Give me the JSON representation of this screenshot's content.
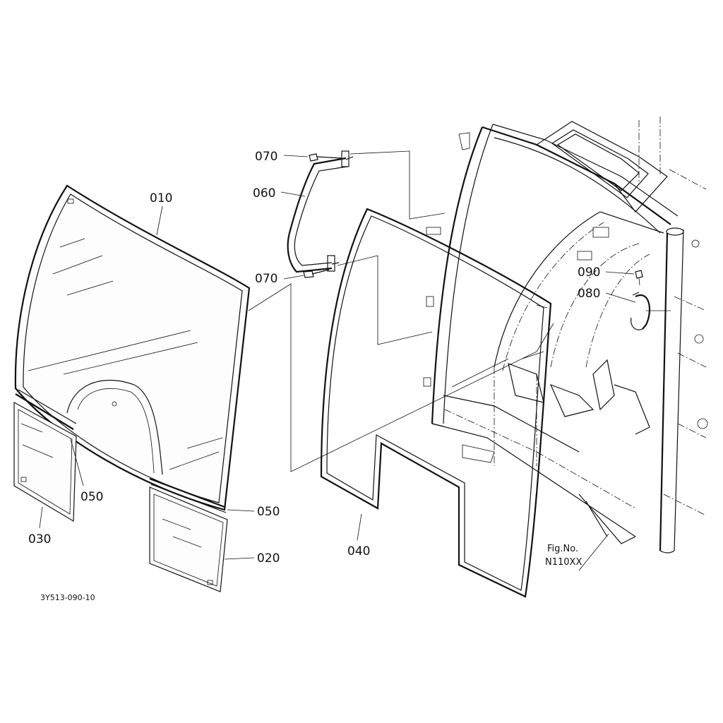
{
  "callouts": {
    "c010": "010",
    "c020": "020",
    "c030": "030",
    "c040": "040",
    "c050_left": "050",
    "c050_right": "050",
    "c060": "060",
    "c070_top": "070",
    "c070_mid": "070",
    "c080": "080",
    "c090": "090"
  },
  "figure": {
    "label": "Fig.No.",
    "number": "N110XX"
  },
  "drawing_code": "3Y513-090-10"
}
